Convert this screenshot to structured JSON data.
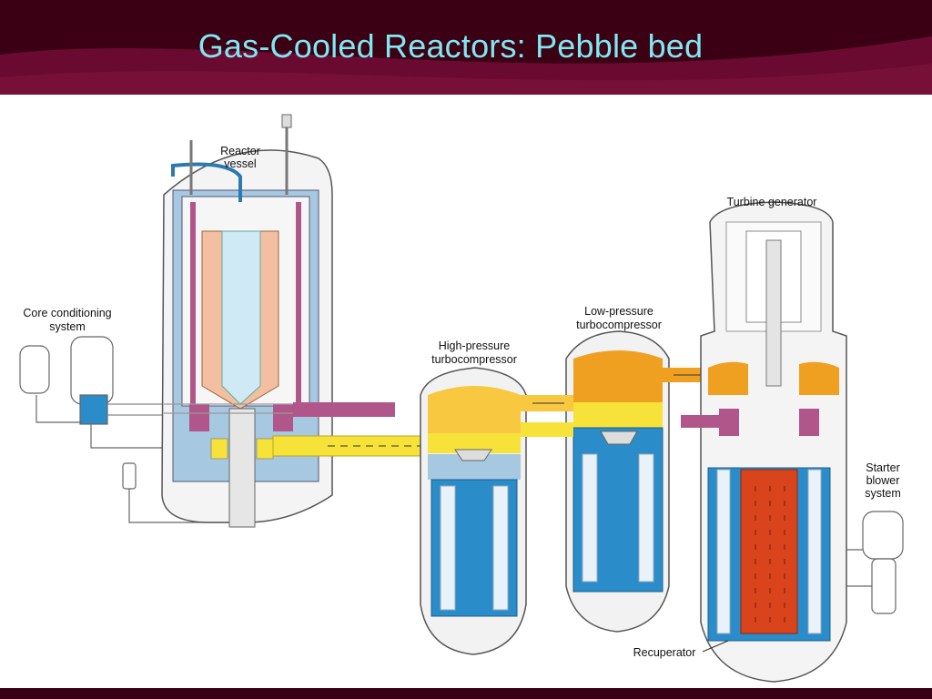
{
  "slide": {
    "title": "Gas-Cooled Reactors:  Pebble bed"
  },
  "diagram": {
    "labels": {
      "reactor_vessel_line1": "Reactor",
      "reactor_vessel_line2": "vessel",
      "core_conditioning_line1": "Core conditioning",
      "core_conditioning_line2": "system",
      "hp_turbo_line1": "High-pressure",
      "hp_turbo_line2": "turbocompressor",
      "lp_turbo_line1": "Low-pressure",
      "lp_turbo_line2": "turbocompressor",
      "turbine_generator": "Turbine generator",
      "starter_line1": "Starter",
      "starter_line2": "blower",
      "starter_line3": "system",
      "recuperator": "Recuperator"
    }
  },
  "colors": {
    "background": "#5a0022",
    "title": "#7fe8f0",
    "hot_gas_yellow": "#f7e23a",
    "orange_section": "#f0a020",
    "blue_cooler": "#2a8cc8",
    "purple_pipe": "#b0568a",
    "core_pebbles": "#f2c0a0",
    "recuperator_core": "#d9441c"
  }
}
